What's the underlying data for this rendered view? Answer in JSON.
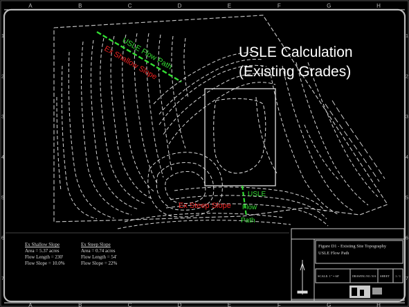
{
  "title_callout": {
    "line1": "USLE Calculation",
    "line2": "(Existing Grades)"
  },
  "grid": {
    "columns": [
      "A",
      "B",
      "C",
      "D",
      "E",
      "F",
      "G",
      "H"
    ],
    "rows": [
      "1",
      "2",
      "3",
      "4",
      "5",
      "6",
      "7"
    ]
  },
  "labels": {
    "usle_flow_path_top": "USLE Flow Path",
    "ex_shallow_slope": "Ex Shallow Slope",
    "ex_steep_slope": "Ex Steep Slope",
    "usle_flow_path_bottom": [
      "USLE",
      "Flow",
      "Path"
    ]
  },
  "notes": {
    "shallow": {
      "heading": "Ex Shallow Slope",
      "lines": [
        "Area = 5.37 acres",
        "Flow Length = 230'",
        "Flow Slope = 10.0%"
      ]
    },
    "steep": {
      "heading": "Ex Steep Slope",
      "lines": [
        "Area = 0.74 acres",
        "Flow Length = 54'",
        "Flow Slope = 22%"
      ]
    }
  },
  "title_block": {
    "figure_title": "Figure D1 - Existing Site Topography",
    "figure_subtitle": "USLE Flow Path",
    "scale": "SCALE: 1\" = 60'",
    "drawing_no": "DRAWING NO. N/A",
    "sheet": "SHEET",
    "sheet_of": "1 / 1"
  },
  "colors": {
    "background": "#000000",
    "linework": "#d8d8d8",
    "flow_path": "#33dd33",
    "slope_label": "#ee2222"
  }
}
